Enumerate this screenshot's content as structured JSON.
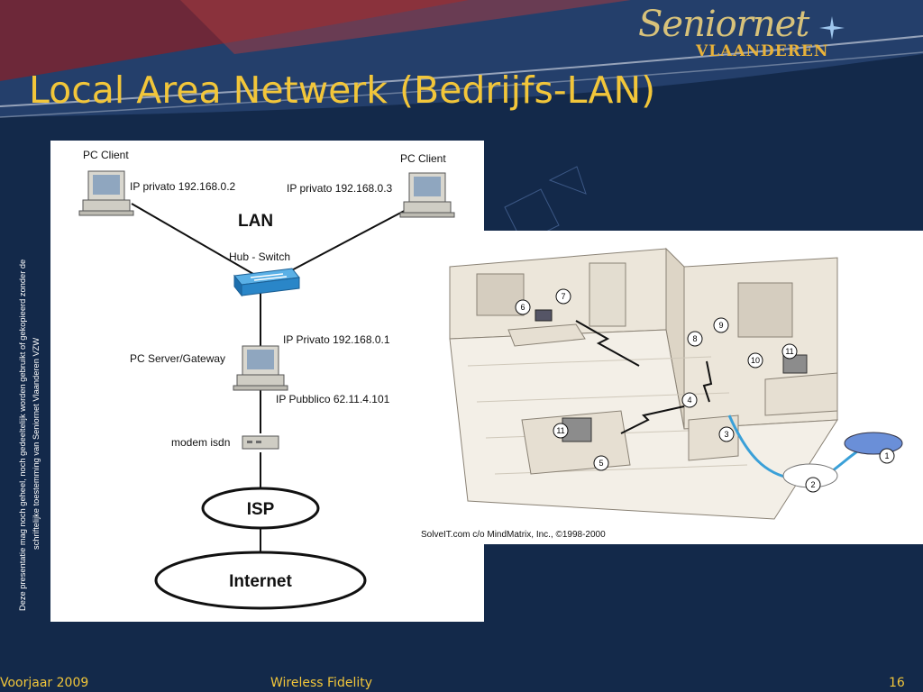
{
  "slide": {
    "title": "Local Area Netwerk (Bedrijfs-LAN)",
    "logo_text": "Seniornet",
    "logo_subtext": "VLAANDEREN",
    "side_note_line1": "Deze presentatie mag noch geheel, noch gedeeltelijk worden gebruikt of gekopieerd zonder de",
    "side_note_line2": "schriftelijke toestemming van Seniornet Vlaanderen VZW",
    "footer_left": "Voorjaar 2009",
    "footer_center": "Wireless Fidelity",
    "footer_right": "16"
  },
  "lan": {
    "pc_client_1": "PC Client",
    "pc_client_2": "PC Client",
    "ip_1": "IP privato 192.168.0.2",
    "ip_2": "IP privato 192.168.0.3",
    "lan_label": "LAN",
    "hub_label": "Hub - Switch",
    "ip_privato_gw": "IP Privato 192.168.0.1",
    "server_label": "PC Server/Gateway",
    "ip_pubblico": "IP Pubblico 62.11.4.101",
    "modem_label": "modem isdn",
    "isp_label": "ISP",
    "internet_label": "Internet"
  },
  "office": {
    "caption": "SolveIT.com c/o MindMatrix, Inc., ©1998-2000",
    "markers": [
      "1",
      "2",
      "3",
      "4",
      "5",
      "6",
      "7",
      "8",
      "9",
      "10",
      "11",
      "11"
    ]
  },
  "colors": {
    "background": "#13294a",
    "accent": "#f2c63a",
    "hub": "#2a86c8"
  }
}
